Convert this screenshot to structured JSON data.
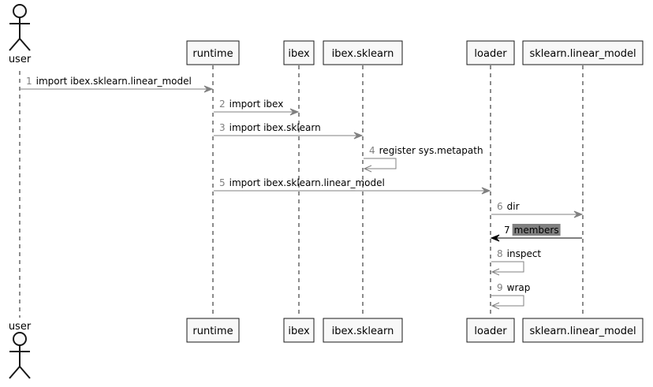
{
  "diagram": {
    "actor": {
      "name": "user"
    },
    "participants": [
      {
        "id": "runtime",
        "name": "runtime"
      },
      {
        "id": "ibex",
        "name": "ibex"
      },
      {
        "id": "ibex_sklearn",
        "name": "ibex.sklearn"
      },
      {
        "id": "loader",
        "name": "loader"
      },
      {
        "id": "linear_model",
        "name": "sklearn.linear_model"
      }
    ],
    "messages": [
      {
        "num": "1",
        "label": "import ibex.sklearn.linear_model",
        "from": "user",
        "to": "runtime"
      },
      {
        "num": "2",
        "label": "import ibex",
        "from": "runtime",
        "to": "ibex"
      },
      {
        "num": "3",
        "label": "import ibex.sklearn",
        "from": "runtime",
        "to": "ibex_sklearn"
      },
      {
        "num": "4",
        "label": "register sys.metapath",
        "from": "ibex_sklearn",
        "to": "ibex_sklearn"
      },
      {
        "num": "5",
        "label": "import ibex.sklearn.linear_model",
        "from": "runtime",
        "to": "loader"
      },
      {
        "num": "6",
        "label": "dir",
        "from": "loader",
        "to": "linear_model"
      },
      {
        "num": "7",
        "label": "members",
        "from": "linear_model",
        "to": "loader",
        "highlight": true
      },
      {
        "num": "8",
        "label": "inspect",
        "from": "loader",
        "to": "loader"
      },
      {
        "num": "9",
        "label": "wrap",
        "from": "loader",
        "to": "loader"
      }
    ],
    "colors": {
      "arrow": "#808080",
      "arrow_highlight": "#000000",
      "highlight_background": "#808080",
      "participant_fill": "#f8f8f8",
      "participant_border": "#181818"
    }
  }
}
